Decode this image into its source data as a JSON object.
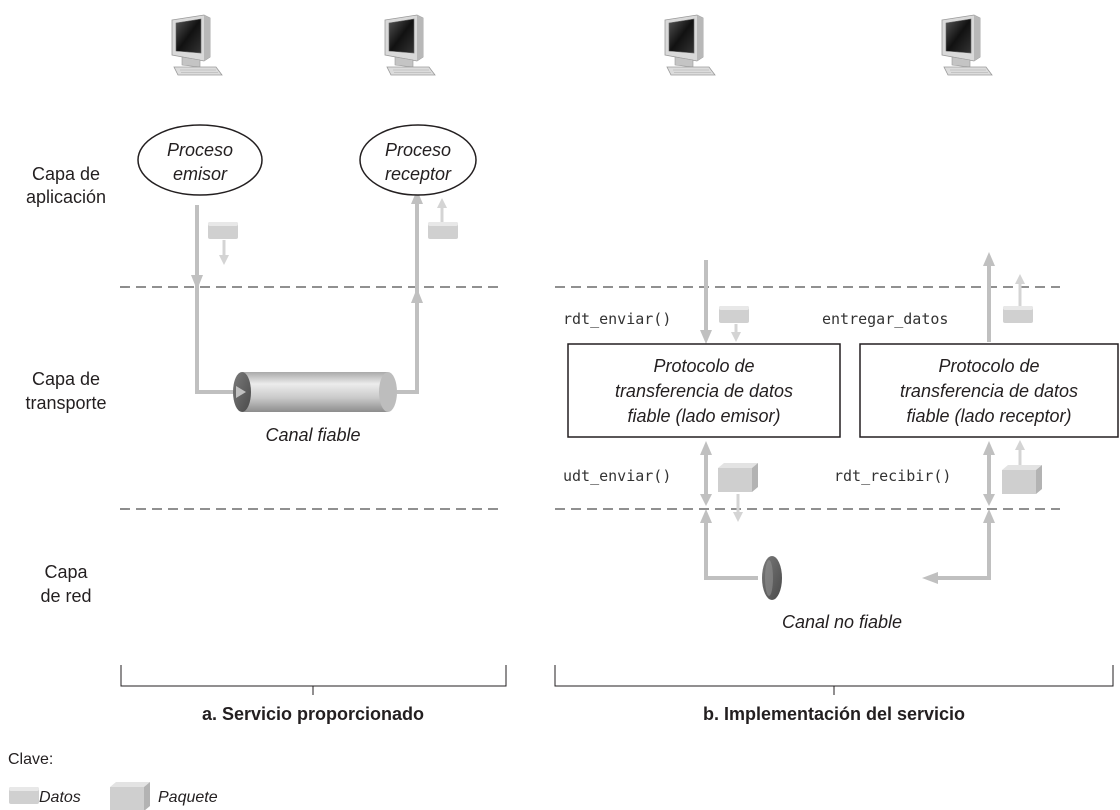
{
  "layers": {
    "application": [
      "Capa de",
      "aplicación"
    ],
    "transport": [
      "Capa de",
      "transporte"
    ],
    "network": [
      "Capa",
      "de red"
    ]
  },
  "panel_a": {
    "sender_process": [
      "Proceso",
      "emisor"
    ],
    "receiver_process": [
      "Proceso",
      "receptor"
    ],
    "channel": "Canal fiable",
    "caption": "a. Servicio proporcionado"
  },
  "panel_b": {
    "rdt_send": "rdt_enviar()",
    "deliver_data": "entregar_datos",
    "udt_send": "udt_enviar()",
    "rdt_receive": "rdt_recibir()",
    "sender_protocol": [
      "Protocolo de",
      "transferencia de datos",
      "fiable (lado emisor)"
    ],
    "receiver_protocol": [
      "Protocolo de",
      "transferencia de datos",
      "fiable (lado receptor)"
    ],
    "channel": "Canal no fiable",
    "caption": "b. Implementación del servicio"
  },
  "legend": {
    "title": "Clave:",
    "data": "Datos",
    "packet": "Paquete"
  },
  "colors": {
    "arrow": "#c0c0c0",
    "arrow_light": "#d4d4d4",
    "box_border": "#231f20",
    "dashed": "#4d4d4d",
    "packet_fill": "#cfcfcf"
  }
}
